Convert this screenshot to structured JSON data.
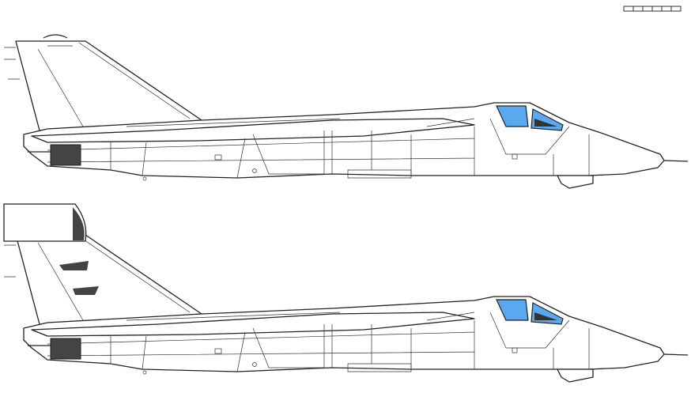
{
  "colors": {
    "canopy_glass": "#5aa8f0",
    "line": "#222222",
    "dark_panel": "#444444",
    "background": "#ffffff"
  },
  "scale_bar": {
    "segments": 6
  },
  "views": [
    {
      "variant": "side-view-standard"
    },
    {
      "variant": "side-view-with-fin-pod"
    }
  ]
}
